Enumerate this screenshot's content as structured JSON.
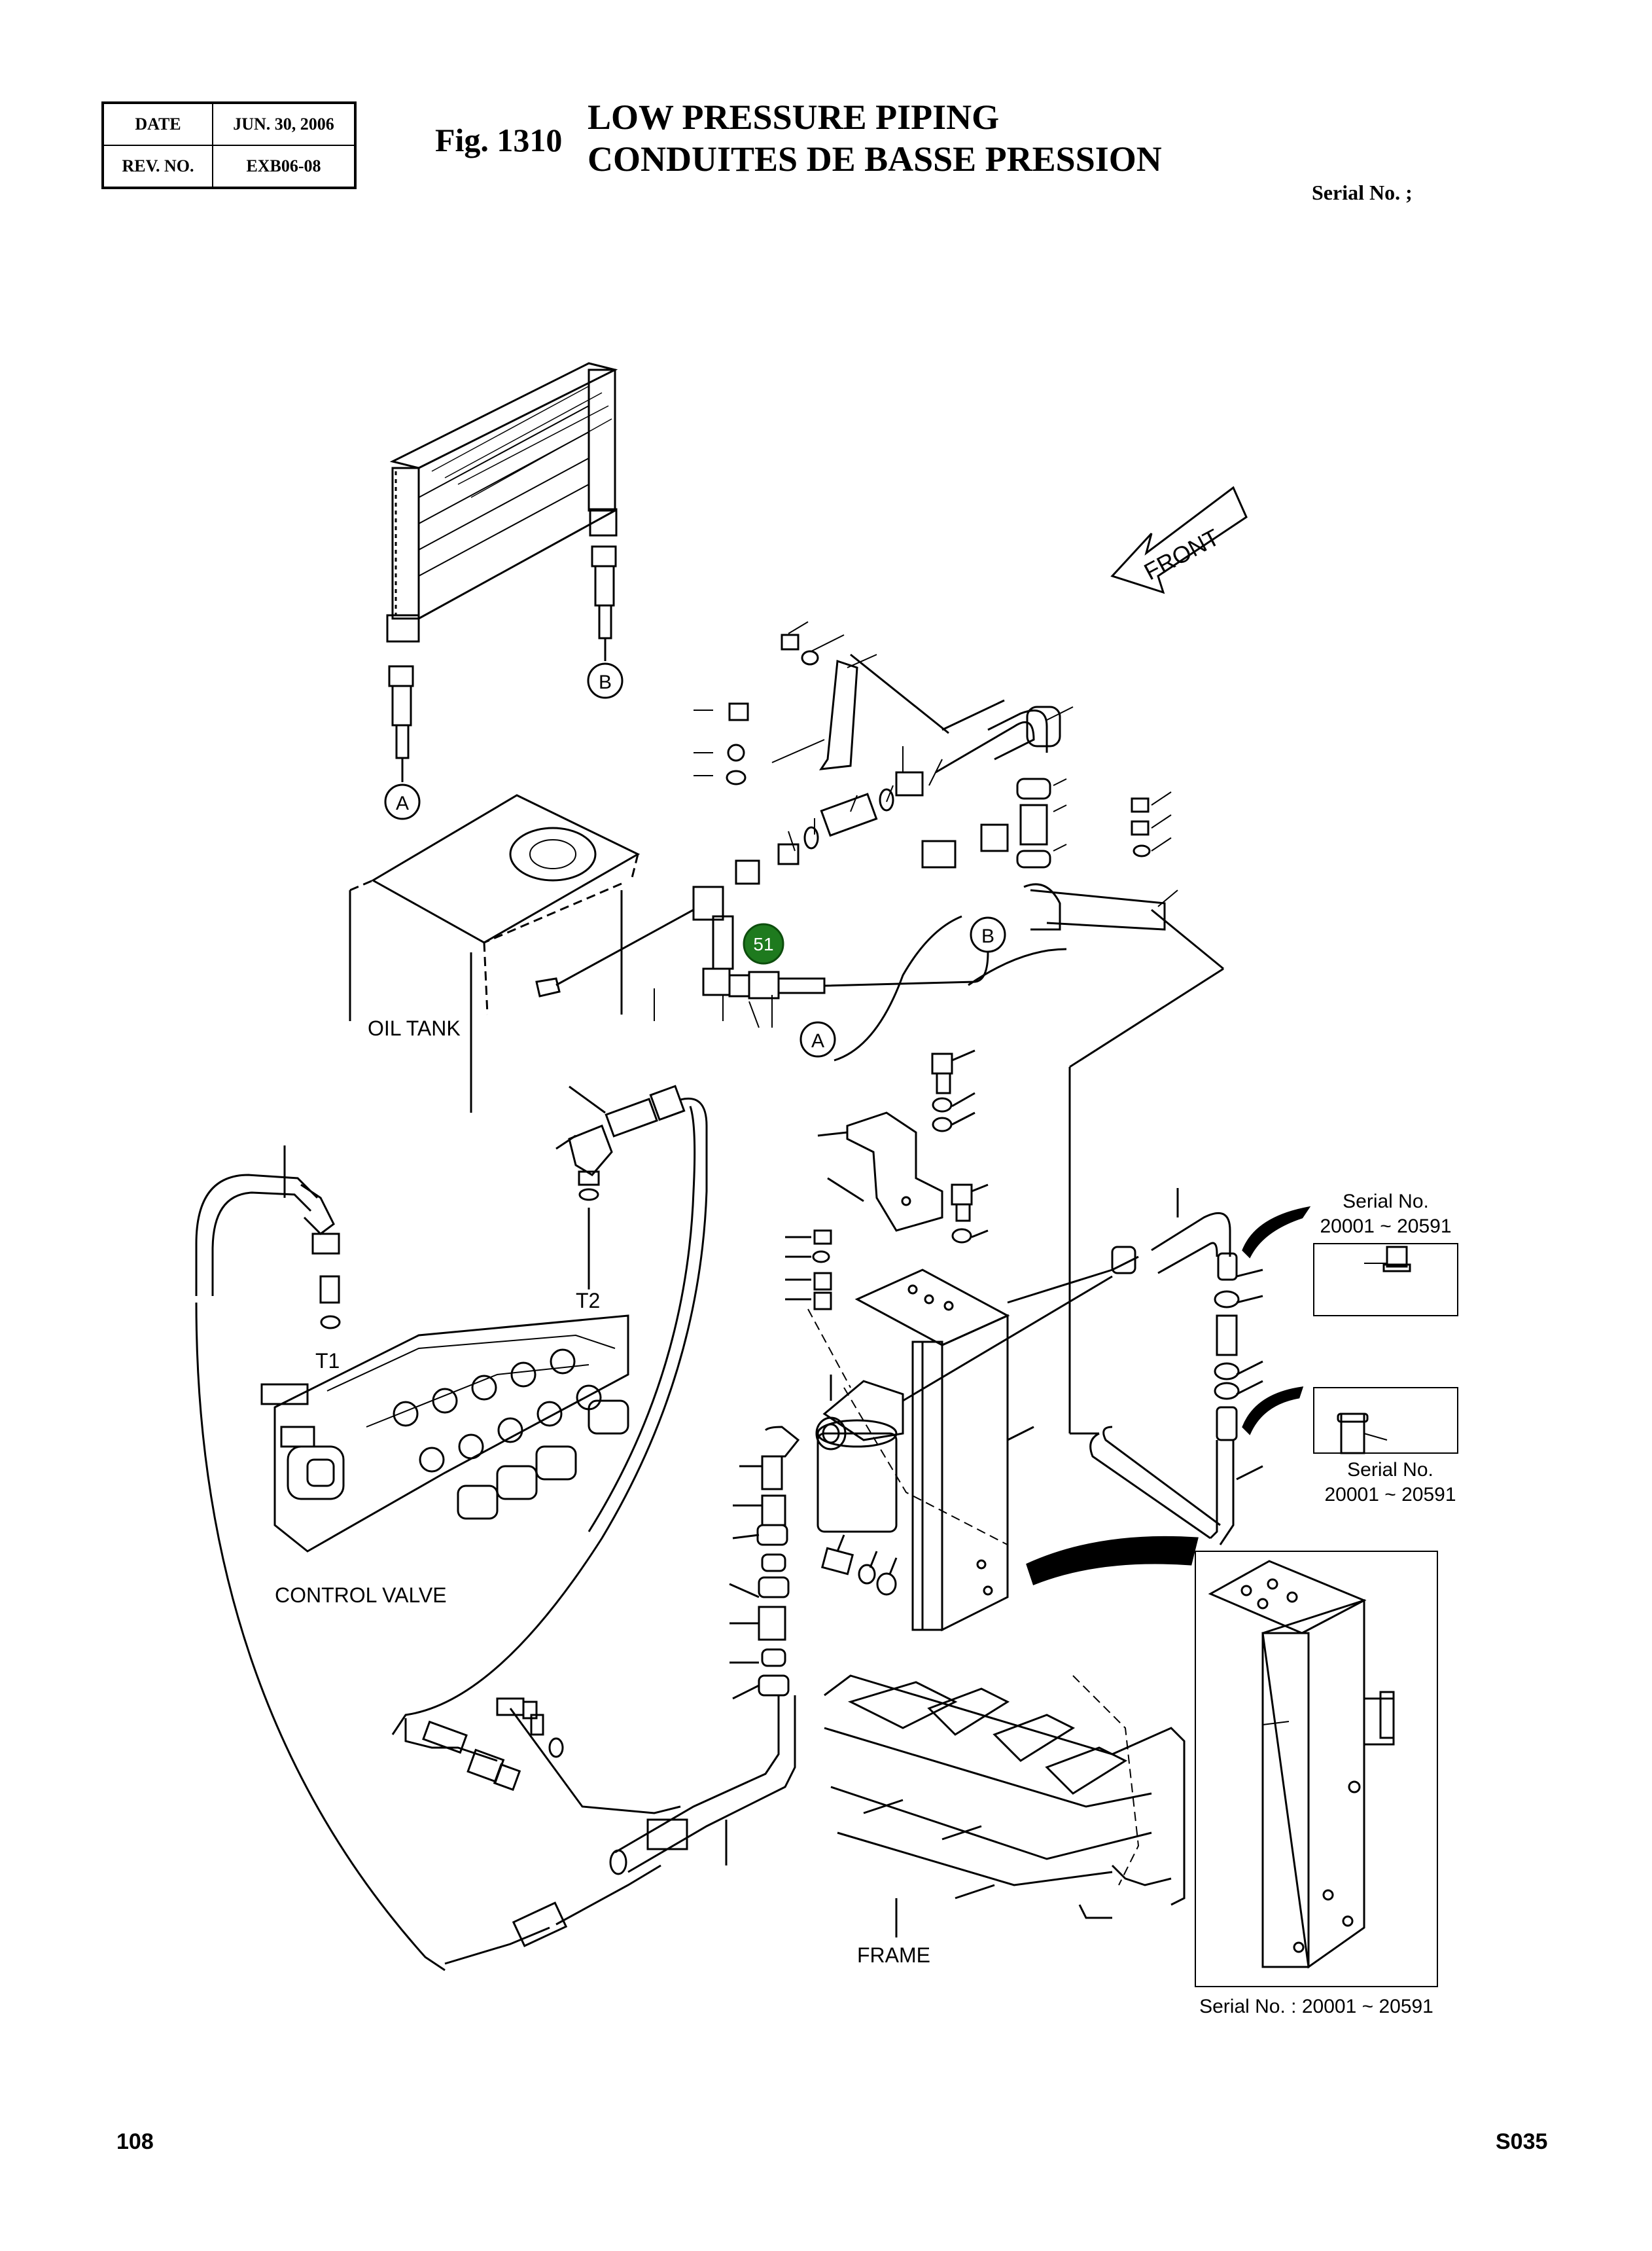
{
  "header": {
    "date_label": "DATE",
    "date_value": "JUN. 30, 2006",
    "rev_label": "REV. NO.",
    "rev_value": "EXB06-08",
    "fig": "Fig. 1310",
    "title_en": "LOW PRESSURE PIPING",
    "title_fr": "CONDUITES DE BASSE PRESSION",
    "serial": "Serial No. ;"
  },
  "diagram": {
    "front": "FRONT",
    "oil_tank": "OIL TANK",
    "control_valve": "CONTROL VALVE",
    "frame": "FRAME",
    "port_t1": "T1",
    "port_t2": "T2",
    "conn_a": "A",
    "conn_b": "B",
    "callout": "51",
    "inset1_title": "Serial No.",
    "inset1_range": "20001 ~ 20591",
    "inset2_title": "Serial No.",
    "inset2_range": "20001 ~ 20591",
    "inset3_caption": "Serial No. : 20001 ~ 20591"
  },
  "footer": {
    "page": "108",
    "code": "S035"
  },
  "colors": {
    "callout": "#1e7a1e",
    "lines": "#000000"
  }
}
